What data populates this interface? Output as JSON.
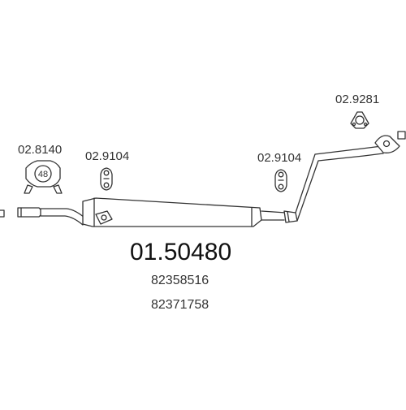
{
  "parts": {
    "clamp_48": "02.8140",
    "hanger_left": "02.9104",
    "hanger_right": "02.9104",
    "gasket": "02.9281"
  },
  "clamp_diameter": "48",
  "product": {
    "number": "01.50480",
    "oem_numbers": [
      "82358516",
      "82371758"
    ]
  },
  "colors": {
    "line": "#333333",
    "text": "#111111",
    "background": "#ffffff"
  }
}
